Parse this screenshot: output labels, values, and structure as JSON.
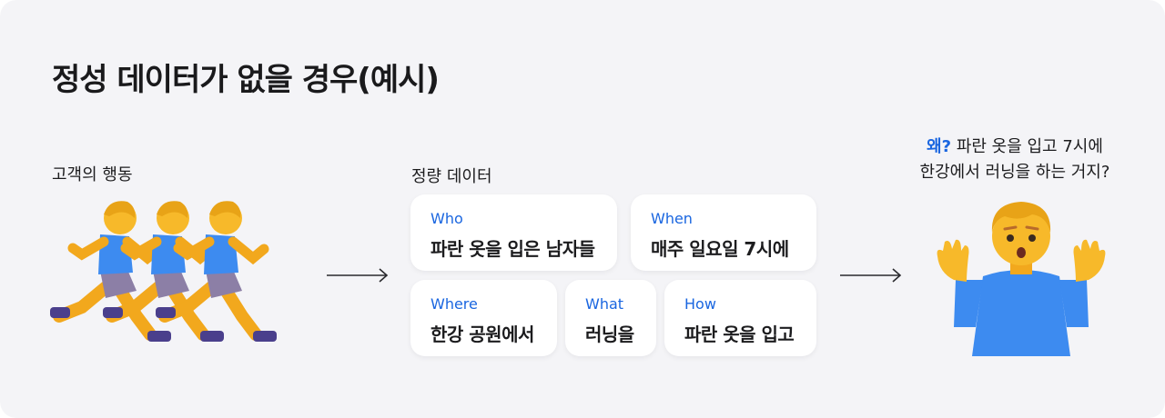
{
  "title": "정성 데이터가 없을 경우(예시)",
  "behavior_label": "고객의 행동",
  "quant_label": "정량 데이터",
  "icons": {
    "runners": "person-running-icon",
    "arrow": "arrow-right-icon",
    "shrug": "person-shrugging-icon"
  },
  "cards": {
    "who": {
      "key": "Who",
      "value": "파란 옷을 입은 남자들"
    },
    "when": {
      "key": "When",
      "value": "매주 일요일 7시에"
    },
    "where": {
      "key": "Where",
      "value": "한강 공원에서"
    },
    "what": {
      "key": "What",
      "value": "러닝을"
    },
    "how": {
      "key": "How",
      "value": "파란 옷을 입고"
    }
  },
  "question": {
    "highlight": "왜?",
    "line1_rest": " 파란 옷을 입고 7시에",
    "line2": "한강에서 러닝을 하는 거지?"
  },
  "colors": {
    "accent": "#1a66e0",
    "background": "#f4f4f7",
    "card": "#ffffff",
    "shirt": "#3d8bf0",
    "skin": "#f7b92a",
    "shorts": "#8c7fa6"
  }
}
